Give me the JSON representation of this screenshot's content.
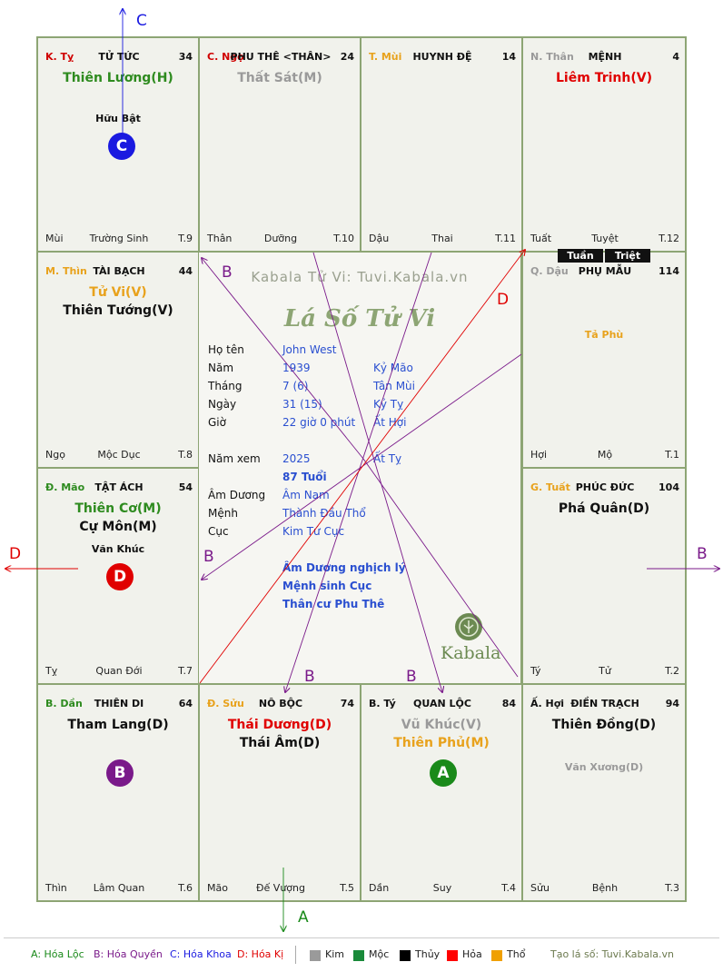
{
  "palace_cells": [
    {
      "can_chi": "K. Tỵ",
      "can_chi_color": "#d00000",
      "palace": "TỬ TỨC",
      "age": "34",
      "main_stars": [
        {
          "name": "Thiên Lương(H)",
          "color": "#2e8b1f"
        }
      ],
      "minor_stars": [
        {
          "name": "Hữu Bật",
          "color": "#111111"
        }
      ],
      "branch": "Mùi",
      "stage": "Trường Sinh",
      "tnum": "T.9"
    },
    {
      "can_chi": "C. Ngọ",
      "can_chi_color": "#d00000",
      "palace": "PHU THÊ <THÂN>",
      "age": "24",
      "main_stars": [
        {
          "name": "Thất Sát(M)",
          "color": "#9a9a9a"
        }
      ],
      "minor_stars": [],
      "branch": "Thân",
      "stage": "Dưỡng",
      "tnum": "T.10"
    },
    {
      "can_chi": "T. Mùi",
      "can_chi_color": "#e8a21c",
      "palace": "HUYNH ĐỆ",
      "age": "14",
      "main_stars": [],
      "minor_stars": [],
      "branch": "Dậu",
      "stage": "Thai",
      "tnum": "T.11"
    },
    {
      "can_chi": "N. Thân",
      "can_chi_color": "#9a9a9a",
      "palace": "MỆNH",
      "age": "4",
      "main_stars": [
        {
          "name": "Liêm Trinh(V)",
          "color": "#e00000"
        }
      ],
      "minor_stars": [],
      "branch": "Tuất",
      "stage": "Tuyệt",
      "tnum": "T.12"
    },
    {
      "can_chi": "M. Thìn",
      "can_chi_color": "#e8a21c",
      "palace": "TÀI BẠCH",
      "age": "44",
      "main_stars": [
        {
          "name": "Tử Vi(V)",
          "color": "#e8a21c"
        },
        {
          "name": "Thiên Tướng(V)",
          "color": "#111111"
        }
      ],
      "minor_stars": [],
      "branch": "Ngọ",
      "stage": "Mộc Dục",
      "tnum": "T.8"
    },
    {
      "can_chi": "Q. Dậu",
      "can_chi_color": "#9a9a9a",
      "palace": "PHỤ MẪU",
      "age": "114",
      "main_stars": [],
      "minor_stars": [
        {
          "name": "Tả Phù",
          "color": "#e8a21c"
        }
      ],
      "branch": "Hợi",
      "stage": "Mộ",
      "tnum": "T.1"
    },
    {
      "can_chi": "Đ. Mão",
      "can_chi_color": "#2e8b1f",
      "palace": "TẬT ÁCH",
      "age": "54",
      "main_stars": [
        {
          "name": "Thiên Cơ(M)",
          "color": "#2e8b1f"
        },
        {
          "name": "Cự Môn(M)",
          "color": "#111111"
        }
      ],
      "minor_stars": [
        {
          "name": "Văn Khúc",
          "color": "#111111"
        }
      ],
      "branch": "Tỵ",
      "stage": "Quan Đới",
      "tnum": "T.7"
    },
    {
      "can_chi": "G. Tuất",
      "can_chi_color": "#e8a21c",
      "palace": "PHÚC ĐỨC",
      "age": "104",
      "main_stars": [
        {
          "name": "Phá Quân(D)",
          "color": "#111111"
        }
      ],
      "minor_stars": [],
      "branch": "Tý",
      "stage": "Tử",
      "tnum": "T.2"
    },
    {
      "can_chi": "B. Dần",
      "can_chi_color": "#2e8b1f",
      "palace": "THIÊN DI",
      "age": "64",
      "main_stars": [
        {
          "name": "Tham Lang(D)",
          "color": "#111111"
        }
      ],
      "minor_stars": [],
      "branch": "Thìn",
      "stage": "Lâm Quan",
      "tnum": "T.6"
    },
    {
      "can_chi": "Đ. Sửu",
      "can_chi_color": "#e8a21c",
      "palace": "NÔ BỘC",
      "age": "74",
      "main_stars": [
        {
          "name": "Thái Dương(D)",
          "color": "#e00000"
        },
        {
          "name": "Thái Âm(D)",
          "color": "#111111"
        }
      ],
      "minor_stars": [],
      "branch": "Mão",
      "stage": "Đế Vượng",
      "tnum": "T.5"
    },
    {
      "can_chi": "B. Tý",
      "can_chi_color": "#111111",
      "palace": "QUAN LỘC",
      "age": "84",
      "main_stars": [
        {
          "name": "Vũ Khúc(V)",
          "color": "#9a9a9a"
        },
        {
          "name": "Thiên Phủ(M)",
          "color": "#e8a21c"
        }
      ],
      "minor_stars": [],
      "branch": "Dần",
      "stage": "Suy",
      "tnum": "T.4"
    },
    {
      "can_chi": "Ấ. Hợi",
      "can_chi_color": "#111111",
      "palace": "ĐIỀN TRẠCH",
      "age": "94",
      "main_stars": [
        {
          "name": "Thiên Đồng(D)",
          "color": "#111111"
        }
      ],
      "minor_stars": [
        {
          "name": "Văn Xương(D)",
          "color": "#9a9a9a"
        }
      ],
      "branch": "Sửu",
      "stage": "Bệnh",
      "tnum": "T.3"
    }
  ],
  "badges": [
    {
      "letter": "C",
      "color": "#1a1ae0"
    },
    {
      "letter": "D",
      "color": "#e00000"
    },
    {
      "letter": "B",
      "color": "#7a1a8a"
    },
    {
      "letter": "A",
      "color": "#1a8a1a"
    }
  ],
  "tuan_triet": [
    "Tuần",
    "Triệt"
  ],
  "center": {
    "watermark": "Kabala Tử Vi: Tuvi.Kabala.vn",
    "title": "Lá Số Tử Vi",
    "name_label": "Họ tên",
    "name_value": "John West",
    "year_label": "Năm",
    "year_value": "1939",
    "year_canchi": "Kỷ Mão",
    "month_label": "Tháng",
    "month_value": "7  (6)",
    "month_canchi": "Tân Mùi",
    "day_label": "Ngày",
    "day_value": "31  (15)",
    "day_canchi": "Kỷ Tỵ",
    "hour_label": "Giờ",
    "hour_value": "22 giờ 0 phút",
    "hour_canchi": "Ất Hợi",
    "view_label": "Năm xem",
    "view_value": "2025",
    "view_canchi": "Ất Tỵ",
    "age_value": "87 Tuổi",
    "amduong_label": "Âm Dương",
    "amduong_value": "Âm Nam",
    "menh_label": "Mệnh",
    "menh_value": "Thành Đầu Thổ",
    "cuc_label": "Cục",
    "cuc_value": "Kim Tứ Cục",
    "note1": "Âm Dương nghịch lý",
    "note2": "Mệnh sinh Cục",
    "note3": "Thân cư Phu Thê",
    "logo_text": "Kabala"
  },
  "arrow_labels": {
    "top": "C",
    "left": "D",
    "right": "B",
    "bottom": "A",
    "b1": "B",
    "b2": "B",
    "b3": "B",
    "b4": "B",
    "d1": "D"
  },
  "legend": {
    "a": "A: Hóa Lộc",
    "b": "B: Hóa Quyền",
    "c": "C: Hóa Khoa",
    "d": "D: Hóa Kị",
    "kim": "Kim",
    "moc": "Mộc",
    "thuy": "Thủy",
    "hoa": "Hỏa",
    "tho": "Thổ",
    "credit": "Tạo lá số: Tuvi.Kabala.vn"
  },
  "element_colors": {
    "kim": "#9a9a9a",
    "moc": "#1a8a3a",
    "thuy": "#000000",
    "hoa": "#ff0000",
    "tho": "#f0a000"
  }
}
